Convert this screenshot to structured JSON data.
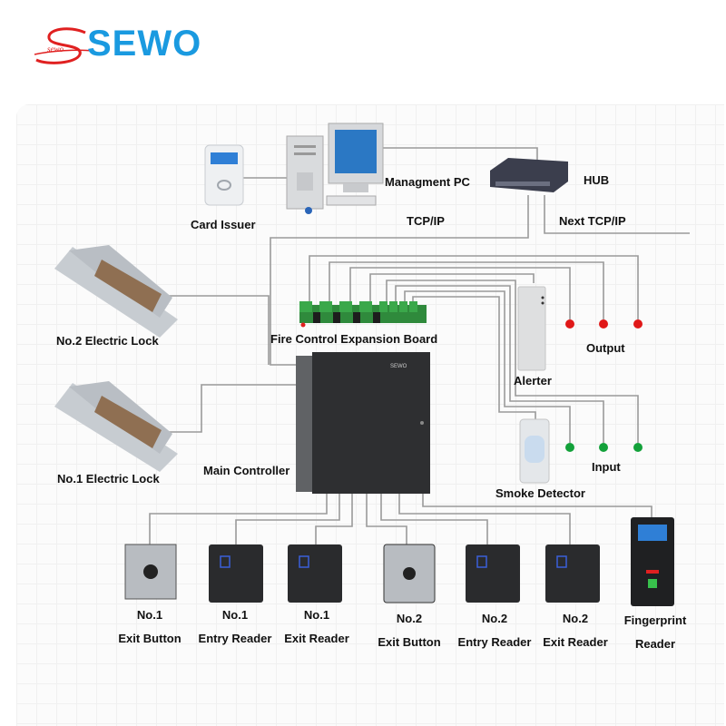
{
  "brand": {
    "name": "SEWO",
    "script_mark": "sewo",
    "primary_color": "#1a9ae0",
    "mark_color": "#e02020"
  },
  "diagram": {
    "title": "Access Control System Wiring Diagram",
    "nodes": {
      "card_issuer": "Card Issuer",
      "management_pc": "Managment PC",
      "hub": "HUB",
      "tcp_ip": "TCP/IP",
      "next_tcp_ip": "Next TCP/IP",
      "lock2": "No.2 Electric Lock",
      "lock1": "No.1 Electric Lock",
      "fire_board": "Fire Control Expansion Board",
      "main_controller": "Main Controller",
      "alerter": "Alerter",
      "output": "Output",
      "smoke_detector": "Smoke Detector",
      "input": "Input"
    },
    "devices": [
      {
        "line1": "No.1",
        "line2": "Exit Button"
      },
      {
        "line1": "No.1",
        "line2": "Entry Reader"
      },
      {
        "line1": "No.1",
        "line2": "Exit Reader"
      },
      {
        "line1": "No.2",
        "line2": "Exit Button"
      },
      {
        "line1": "No.2",
        "line2": "Entry Reader"
      },
      {
        "line1": "No.2",
        "line2": "Exit Reader"
      },
      {
        "line1": "Fingerprint",
        "line2": "Reader"
      }
    ],
    "colors": {
      "wire": "#9a9a9a",
      "output_dot": "#e01818",
      "input_dot": "#13a13a",
      "controller": "#2e2f31",
      "reader": "#2a2b2d",
      "reader_led": "#3a5fd9"
    }
  }
}
